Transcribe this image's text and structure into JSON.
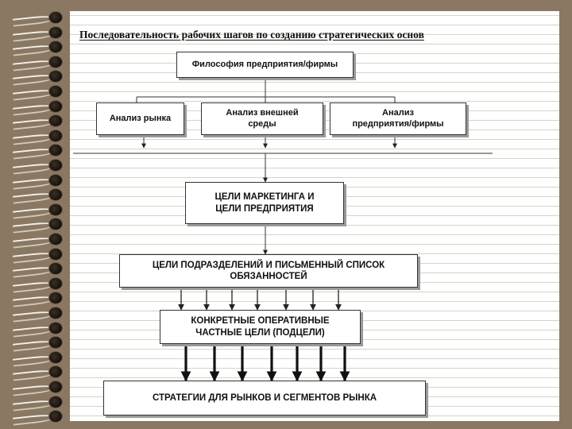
{
  "title": "Последовательность рабочих шагов по созданию стратегических основ",
  "nodes": {
    "philosophy": "Философия предприятия/фирмы",
    "market_analysis": "Анализ рынка",
    "external_analysis": "Анализ внешней\nсреды",
    "enterprise_analysis": "Анализ\nпредприятия/фирмы",
    "marketing_goals": "ЦЕЛИ МАРКЕТИНГА И\nЦЕЛИ ПРЕДПРИЯТИЯ",
    "division_goals": "ЦЕЛИ ПОДРАЗДЕЛЕНИЙ И ПИСЬМЕННЫЙ СПИСОК\nОБЯЗАННОСТЕЙ",
    "operative_goals": "КОНКРЕТНЫЕ ОПЕРАТИВНЫЕ\nЧАСТНЫЕ ЦЕЛИ (ПОДЦЕЛИ)",
    "strategies": "СТРАТЕГИИ ДЛЯ РЫНКОВ И СЕГМЕНТОВ РЫНКА"
  },
  "colors": {
    "background": "#8a7863",
    "page": "#ffffff",
    "ruled_line": "#d4d4c6",
    "box_border": "#333333",
    "box_shadow": "#9a9a9a"
  }
}
